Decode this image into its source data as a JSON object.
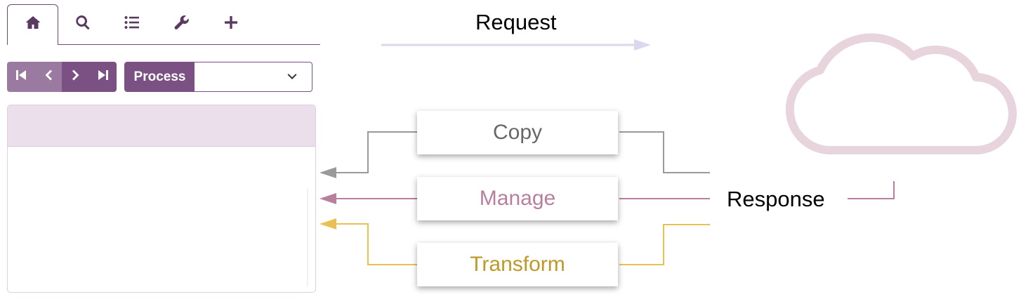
{
  "toolbar": {
    "tabs": [
      {
        "icon": "home-icon",
        "active": true
      },
      {
        "icon": "search-icon",
        "active": false
      },
      {
        "icon": "list-icon",
        "active": false
      },
      {
        "icon": "wrench-icon",
        "active": false
      },
      {
        "icon": "plus-icon",
        "active": false
      }
    ]
  },
  "pager": {
    "buttons": [
      "first-page-icon",
      "previous-icon",
      "next-icon",
      "last-page-icon"
    ]
  },
  "select": {
    "label": "Process",
    "value": ""
  },
  "diagram": {
    "request_label": "Request",
    "response_label": "Response",
    "steps": [
      {
        "label": "Copy",
        "color": "#9a9a9a"
      },
      {
        "label": "Manage",
        "color": "#b87f9e"
      },
      {
        "label": "Transform",
        "color": "#e8c152"
      }
    ]
  },
  "colors": {
    "accent": "#7b5082",
    "accent_light": "#ebdfec",
    "request_arrow": "#d9d8ec",
    "cloud": "#e8d4dc"
  }
}
